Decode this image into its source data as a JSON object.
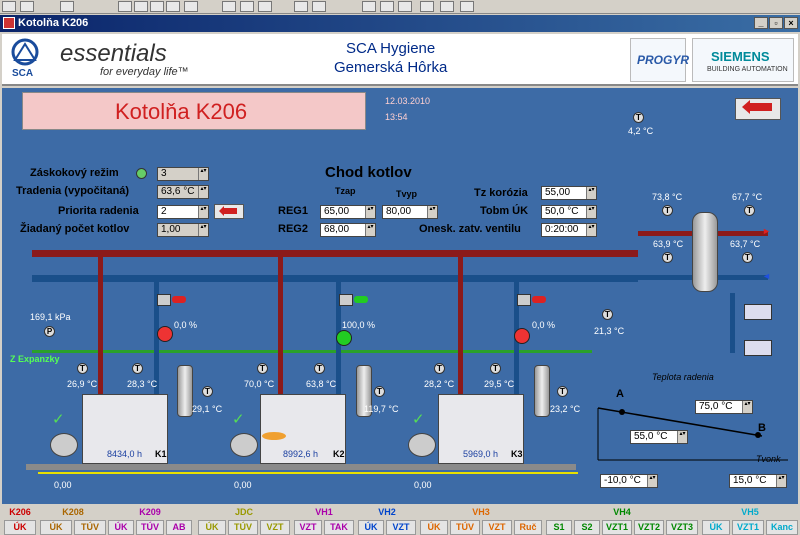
{
  "window": {
    "title": "Kotolňa K206"
  },
  "header": {
    "brand": "essentials",
    "tagline": "for everyday life™",
    "sca": "SCA",
    "company": "SCA Hygiene",
    "location": "Gemerská Hôrka",
    "progyr": "PROGYR",
    "siemens": "SIEMENS",
    "siemens_sub": "BUILDING AUTOMATION"
  },
  "page": {
    "title": "Kotolňa K206",
    "date": "12.03.2010",
    "time": "13:54",
    "outside_temp": "4,2 °C"
  },
  "left_params": [
    {
      "label": "Záskokový režim",
      "value": "3"
    },
    {
      "label": "Tradenia (vypočitaná)",
      "value": "63,6 °C"
    },
    {
      "label": "Priorita radenia",
      "value": "2"
    },
    {
      "label": "Žiadaný počet kotlov",
      "value": "1,00"
    }
  ],
  "chod": {
    "title": "Chod kotlov",
    "col1": "Tzap",
    "col2": "Tvyp",
    "reg1": "REG1",
    "reg2": "REG2",
    "reg1_tzap": "65,00",
    "reg1_tvyp": "80,00",
    "reg2_tzap": "68,00"
  },
  "right_params": [
    {
      "label": "Tz korózia",
      "value": "55,00"
    },
    {
      "label": "Tobm ÚK",
      "value": "50,0 °C"
    },
    {
      "label": "Onesk. zatv. ventilu",
      "value": "0:20:00"
    }
  ],
  "plant": {
    "pressure": "169,1 kPa",
    "expanzky": "Z Expanzky",
    "t_sep_top_left": "73,8 °C",
    "t_sep_top_right": "67,7 °C",
    "t_sep_left": "63,9 °C",
    "t_sep_right": "63,7 °C",
    "t_room": "21,3 °C"
  },
  "boilers": [
    {
      "name": "K1",
      "hours": "8434,0 h",
      "t_left": "26,9 °C",
      "t_right": "28,3 °C",
      "t_flue": "29,1 °C",
      "valve": "0,0 %",
      "pump": "0,00"
    },
    {
      "name": "K2",
      "hours": "8992,6 h",
      "t_left": "70,0 °C",
      "t_right": "63,8 °C",
      "t_flue": "119,7 °C",
      "valve": "100,0 %",
      "pump": "0,00"
    },
    {
      "name": "K3",
      "hours": "5969,0 h",
      "t_left": "28,2 °C",
      "t_right": "29,5 °C",
      "t_flue": "23,2 °C",
      "valve": "0,0 %",
      "pump": "0,00"
    }
  ],
  "curve": {
    "title": "Teplota radenia",
    "point_a": "A",
    "point_b": "B",
    "xlabel": "Tvonk",
    "v1": "75,0 °C",
    "v2": "55,0 °C",
    "v3": "-10,0 °C",
    "v4": "15,0 °C"
  },
  "footer": [
    {
      "title": "K206",
      "color": "#cc0000",
      "buttons": [
        "ÚK"
      ]
    },
    {
      "title": "K208",
      "color": "#aa6600",
      "buttons": [
        "ÚK",
        "TÚV"
      ]
    },
    {
      "title": "K209",
      "color": "#aa00aa",
      "buttons": [
        "ÚK",
        "TÚV",
        "AB"
      ]
    },
    {
      "title": "JDC",
      "color": "#999900",
      "buttons": [
        "ÚK",
        "TÚV",
        "VZT"
      ]
    },
    {
      "title": "VH1",
      "color": "#aa00aa",
      "buttons": [
        "VZT",
        "TAK"
      ]
    },
    {
      "title": "VH2",
      "color": "#0044cc",
      "buttons": [
        "ÚK",
        "VZT"
      ]
    },
    {
      "title": "VH3",
      "color": "#dd6600",
      "buttons": [
        "ÚK",
        "TÚV",
        "VZT",
        "Ruč"
      ]
    },
    {
      "title": "VH4",
      "color": "#008800",
      "buttons": [
        "S1",
        "S2",
        "VZT1",
        "VZT2",
        "VZT3"
      ]
    },
    {
      "title": "VH5",
      "color": "#00aacc",
      "buttons": [
        "ÚK",
        "VZT1",
        "Kanc"
      ]
    }
  ]
}
